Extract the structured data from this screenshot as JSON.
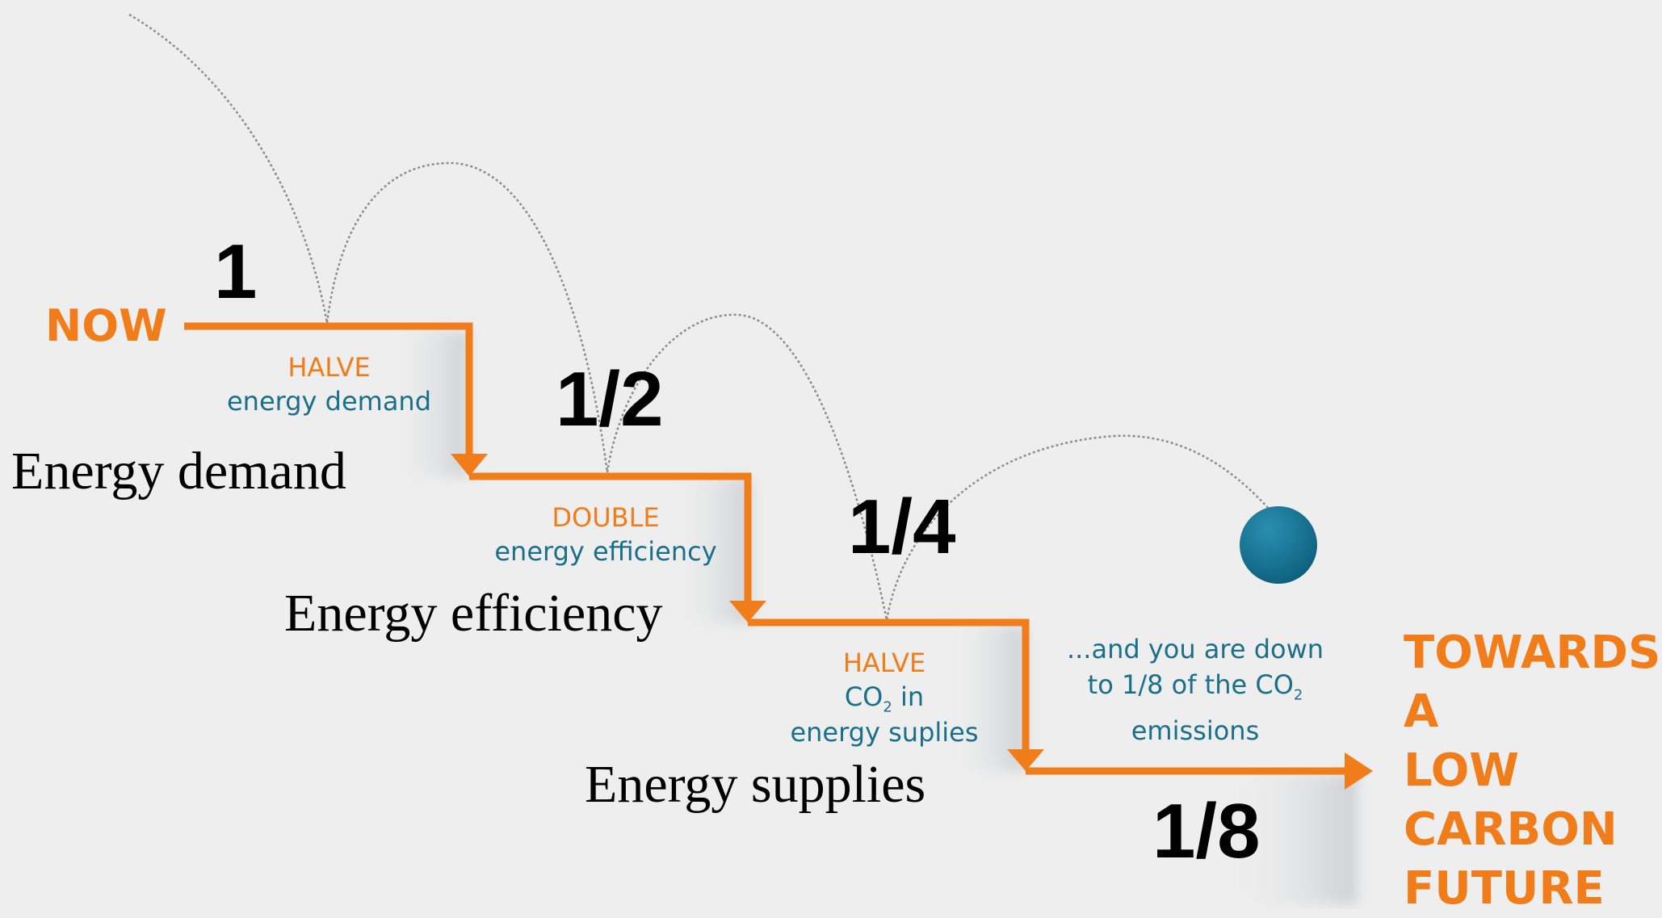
{
  "colors": {
    "accent": "#f07d1a",
    "teal": "#1a6f8a",
    "background": "#eeeeee",
    "ball": "#126e8e"
  },
  "start_label": "NOW",
  "levels": [
    "1",
    "1/2",
    "1/4",
    "1/8"
  ],
  "steps": [
    {
      "action": "HALVE",
      "line1": "energy demand",
      "line2": "",
      "caption": "Energy demand"
    },
    {
      "action": "DOUBLE",
      "line1": "energy efficiency",
      "line2": "",
      "caption": "Energy efficiency"
    },
    {
      "action": "HALVE",
      "line1": "CO",
      "line1_sub": "2",
      "line1_after": " in",
      "line2": "energy suplies",
      "caption": "Energy supplies"
    }
  ],
  "summary": {
    "line1": "...and you are down",
    "line2": "to 1/8 of the CO",
    "line2_sub": "2",
    "line3": "emissions"
  },
  "destination": [
    "TOWARDS",
    "A",
    "LOW",
    "CARBON",
    "FUTURE"
  ]
}
